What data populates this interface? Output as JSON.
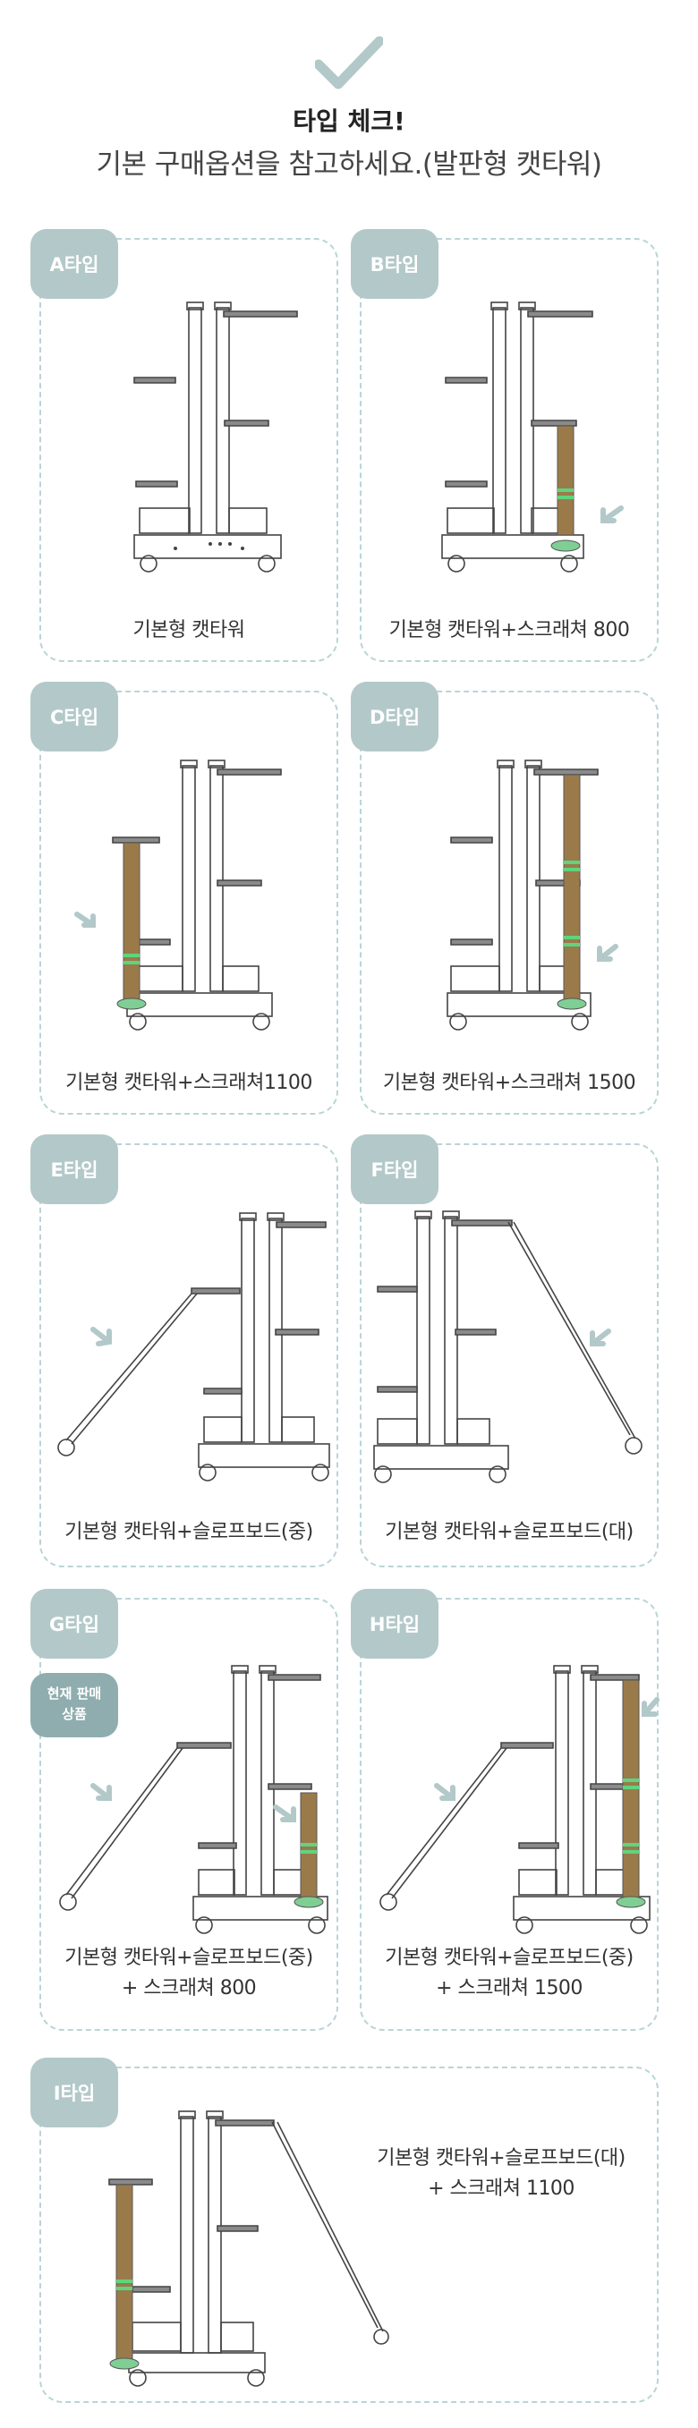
{
  "header": {
    "icon": "check-icon",
    "title": "타입 체크!",
    "subtitle": "기본 구매옵션을 참고하세요.(발판형 캣타워)"
  },
  "colors": {
    "accent": "#b3c8c9",
    "border": "#b9d5d6",
    "sale_badge": "#8fadae",
    "scratcher": "#9b7a4a",
    "scratcher_band": "#5fd47e"
  },
  "types": [
    {
      "badge": "A타입",
      "caption": "기본형 캣타워"
    },
    {
      "badge": "B타입",
      "caption": "기본형 캣타워+스크래쳐 800"
    },
    {
      "badge": "C타입",
      "caption": "기본형 캣타워+스크래쳐1100"
    },
    {
      "badge": "D타입",
      "caption": "기본형 캣타워+스크래쳐 1500"
    },
    {
      "badge": "E타입",
      "caption": "기본형 캣타워+슬로프보드(중)"
    },
    {
      "badge": "F타입",
      "caption": "기본형 캣타워+슬로프보드(대)"
    },
    {
      "badge": "G타입",
      "caption": "기본형 캣타워+슬로프보드(중)",
      "caption2": "+ 스크래쳐 800",
      "sale_line1": "현재 판매",
      "sale_line2": "상품"
    },
    {
      "badge": "H타입",
      "caption": "기본형 캣타워+슬로프보드(중)",
      "caption2": "+ 스크래쳐 1500"
    },
    {
      "badge": "I타입",
      "caption": "기본형 캣타워+슬로프보드(대)",
      "caption2": "+ 스크래쳐 1100"
    }
  ]
}
